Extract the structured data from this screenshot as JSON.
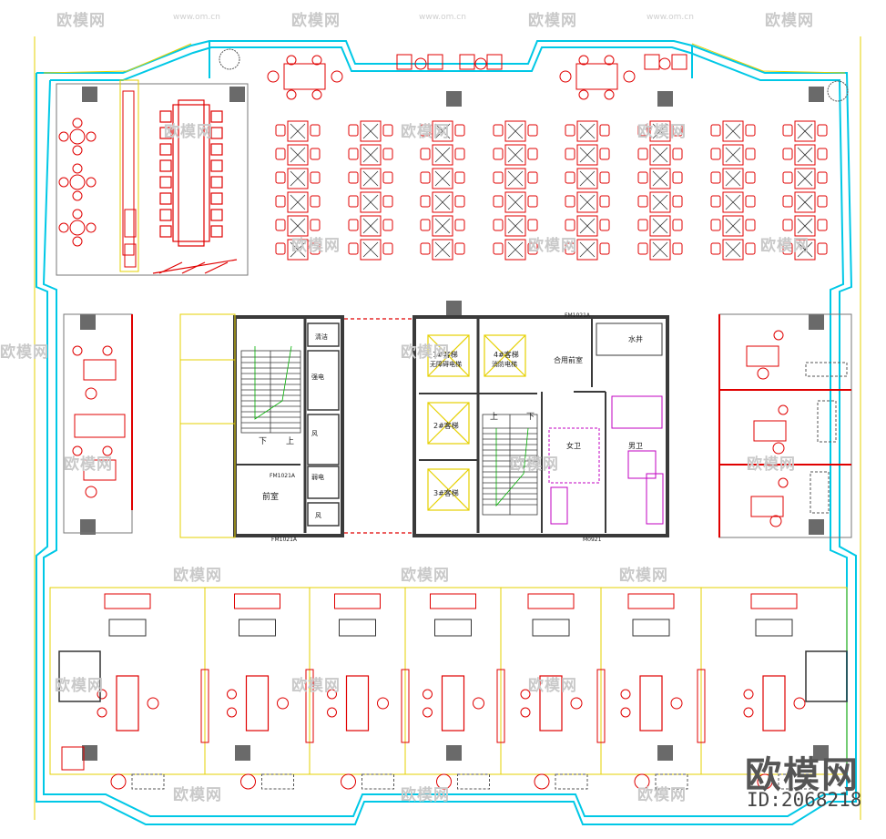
{
  "watermark": {
    "brand": "欧模网",
    "url": "www.om.cn",
    "id": "ID:2068218"
  },
  "labels": {
    "stair_down": "下",
    "stair_up": "上",
    "elevator1": "1#客梯",
    "elevator1b": "无障碍电梯",
    "elevator4": "4#客梯",
    "elevator4b": "消防电梯",
    "elevator2": "2#客梯",
    "elevator3": "3#客梯",
    "public_vestibule": "合用前室",
    "water_well": "水井",
    "electric_well": "强电",
    "weak_well": "弱电",
    "wind": "风",
    "clean": "清洁",
    "front_room": "前室",
    "women_wc": "女卫",
    "men_wc": "男卫",
    "door_fm1": "FM1021A",
    "door_m": "M0921"
  },
  "colors": {
    "wall_outer": "#00c8e6",
    "furniture": "#e00000",
    "line_yellow": "#e6d000",
    "wall_core": "#3a3a3a",
    "green": "#00b000",
    "magenta": "#c000c0"
  }
}
